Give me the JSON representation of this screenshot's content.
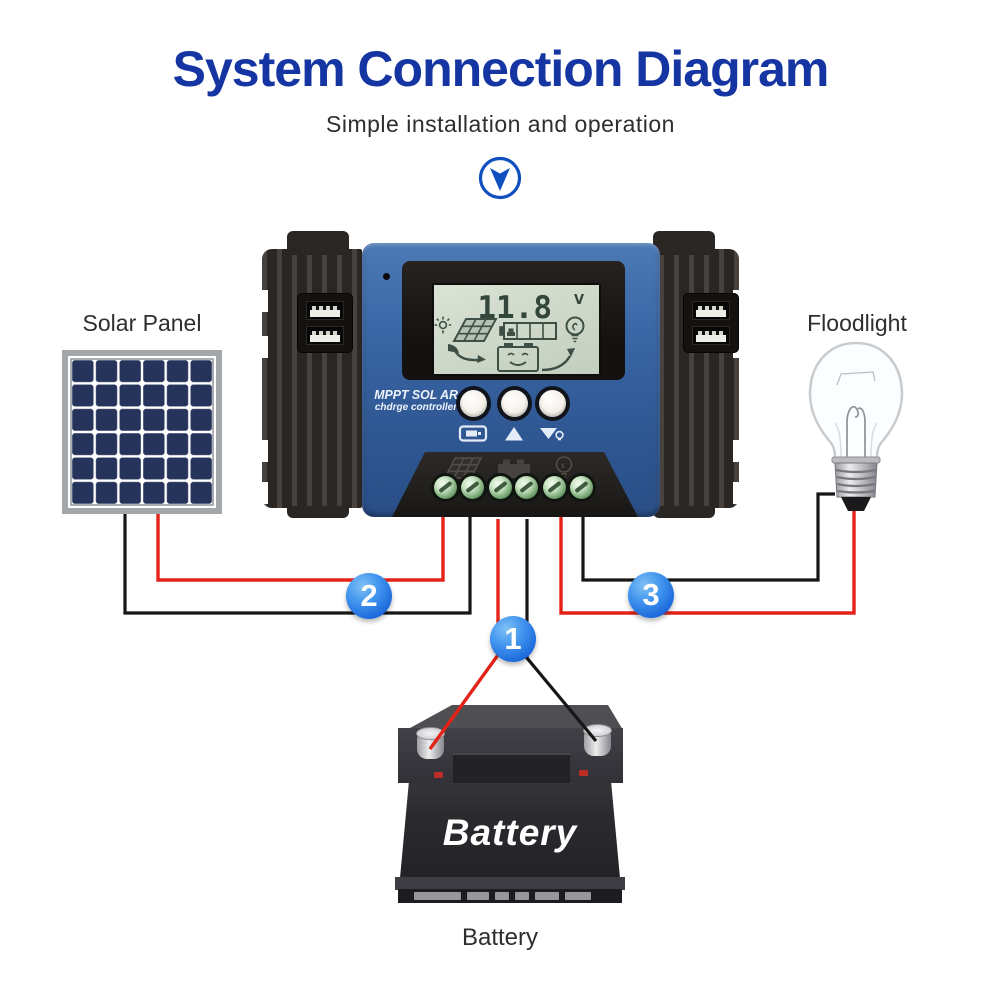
{
  "header": {
    "title": "System Connection Diagram",
    "subtitle": "Simple installation and operation"
  },
  "solar_panel": {
    "label": "Solar Panel"
  },
  "floodlight": {
    "label": "Floodlight"
  },
  "battery": {
    "label": "Battery",
    "body_text": "Battery"
  },
  "controller": {
    "brand_line1": "MPPT SOL AR",
    "brand_line2": "chdrge controller",
    "display": {
      "voltage": "11.8",
      "unit": "V"
    }
  },
  "connection_steps": [
    {
      "number": "1"
    },
    {
      "number": "2"
    },
    {
      "number": "3"
    }
  ],
  "colors": {
    "title_blue": "#1535a3",
    "badge_blue": "#1e6fdd",
    "wire_red": "#e42218",
    "wire_black": "#161616",
    "controller_blue": "#34619e",
    "lcd_background": "#ccd7c6"
  }
}
